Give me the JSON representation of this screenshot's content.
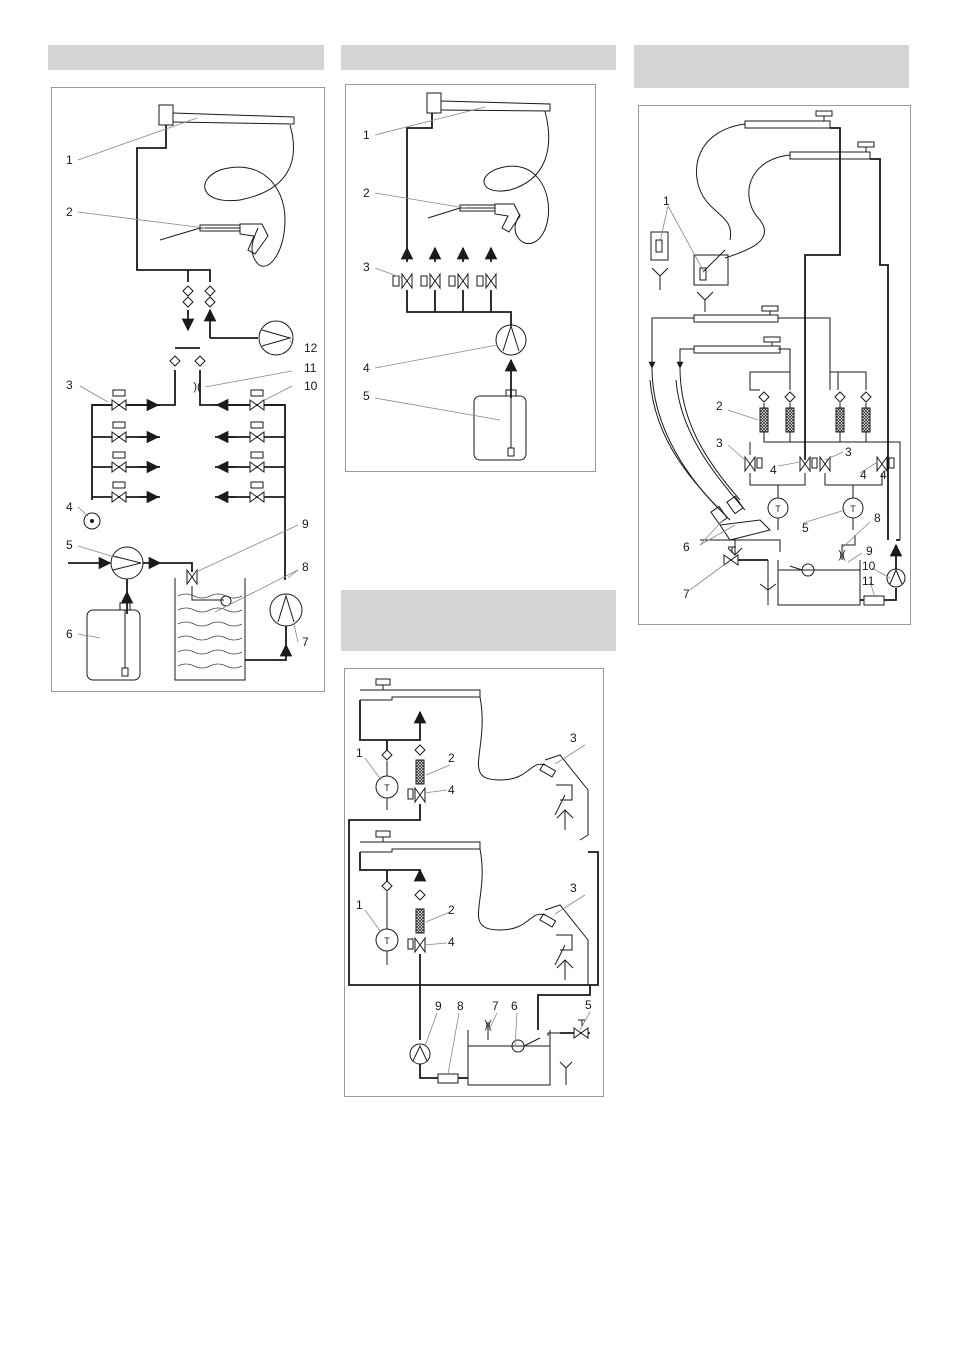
{
  "colors": {
    "header_bar": "#d4d4d4",
    "frame": "#9a9a9a",
    "line": "#1a1a1a"
  },
  "diagram_a": {
    "labels": [
      "1",
      "2",
      "3",
      "4",
      "5",
      "6",
      "7",
      "8",
      "9",
      "10",
      "11",
      "12"
    ]
  },
  "diagram_b": {
    "labels": [
      "1",
      "2",
      "3",
      "4",
      "5"
    ]
  },
  "diagram_c": {
    "labels": [
      "1",
      "2",
      "3",
      "4",
      "1",
      "2",
      "3",
      "4",
      "5",
      "6",
      "7",
      "8",
      "9"
    ],
    "gauge": "T"
  },
  "diagram_d": {
    "labels": [
      "1",
      "2",
      "3",
      "4",
      "3",
      "4",
      "4",
      "5",
      "6",
      "7",
      "8",
      "9",
      "10",
      "11"
    ],
    "gauge": "T"
  }
}
